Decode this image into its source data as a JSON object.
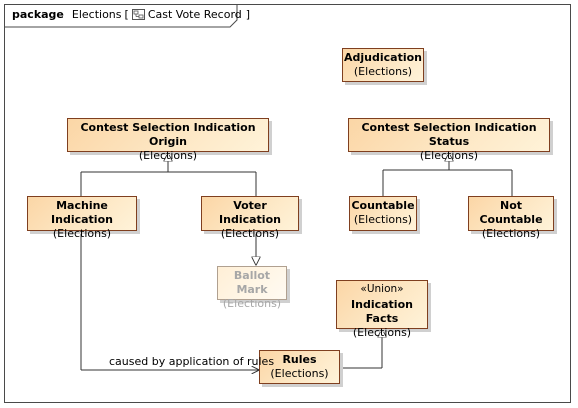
{
  "frame": {
    "keyword": "package",
    "name": "Elections",
    "bracket_open": "[",
    "diagram_name": "Cast Vote Record",
    "bracket_close": "]"
  },
  "classes": {
    "adjudication": {
      "name": "Adjudication",
      "pkg": "(Elections)"
    },
    "origin": {
      "name": "Contest Selection Indication Origin",
      "pkg": "(Elections)"
    },
    "status": {
      "name": "Contest Selection Indication Status",
      "pkg": "(Elections)"
    },
    "machine": {
      "name": "Machine Indication",
      "pkg": "(Elections)"
    },
    "voter": {
      "name": "Voter Indication",
      "pkg": "(Elections)"
    },
    "countable": {
      "name": "Countable",
      "pkg": "(Elections)"
    },
    "not_countable": {
      "name": "Not Countable",
      "pkg": "(Elections)"
    },
    "ballot_mark": {
      "name": "Ballot Mark",
      "pkg": "(Elections)"
    },
    "facts": {
      "stereotype": "«Union»",
      "name": "Indication Facts",
      "pkg": "(Elections)"
    },
    "rules": {
      "name": "Rules",
      "pkg": "(Elections)"
    }
  },
  "edges": {
    "rule_label": "caused by application of rules"
  }
}
